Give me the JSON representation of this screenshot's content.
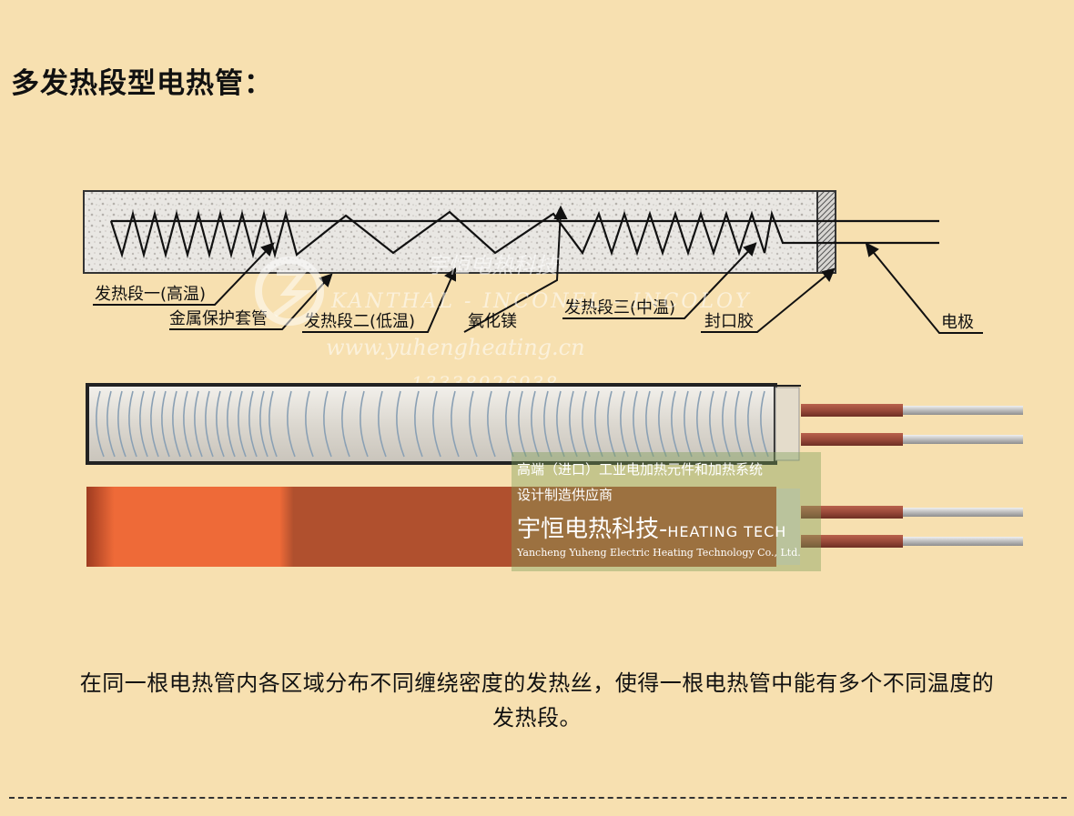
{
  "title": "多发热段型电热管：",
  "labels": {
    "seg_high": "发热段一(高温)",
    "sheath": "金属保护套管",
    "seg_low": "发热段二(低温)",
    "mgo": "氧化镁",
    "seg_mid": "发热段三(中温)",
    "seal": "封口胶",
    "electrode": "电极"
  },
  "watermark": {
    "brand": "宇恒电热科技",
    "alloys": "KANTHAL - INCONEL - INCOLOY",
    "url": "www.yuhengheating.cn",
    "phone": "13338926938"
  },
  "banner": {
    "line1": "高端（进口）工业电加热元件和加热系统",
    "line2": "设计制造供应商",
    "brand": "宇恒电热科技-",
    "brand_en": "HEATING TECH",
    "company": "Yancheng Yuheng Electric Heating Technology Co., Ltd."
  },
  "caption": {
    "line1": "在同一根电热管内各区域分布不同缠绕密度的发热丝，使得一根电热管中能有多个不同温度的",
    "line2": "发热段。"
  },
  "colors": {
    "background": "#f7e0b0",
    "tube_fill": "#e6e2dc",
    "lead_wire": "#9a4a3a",
    "heated_tube_hot": "#ee6a38",
    "heated_tube_mid": "#b0502e"
  }
}
